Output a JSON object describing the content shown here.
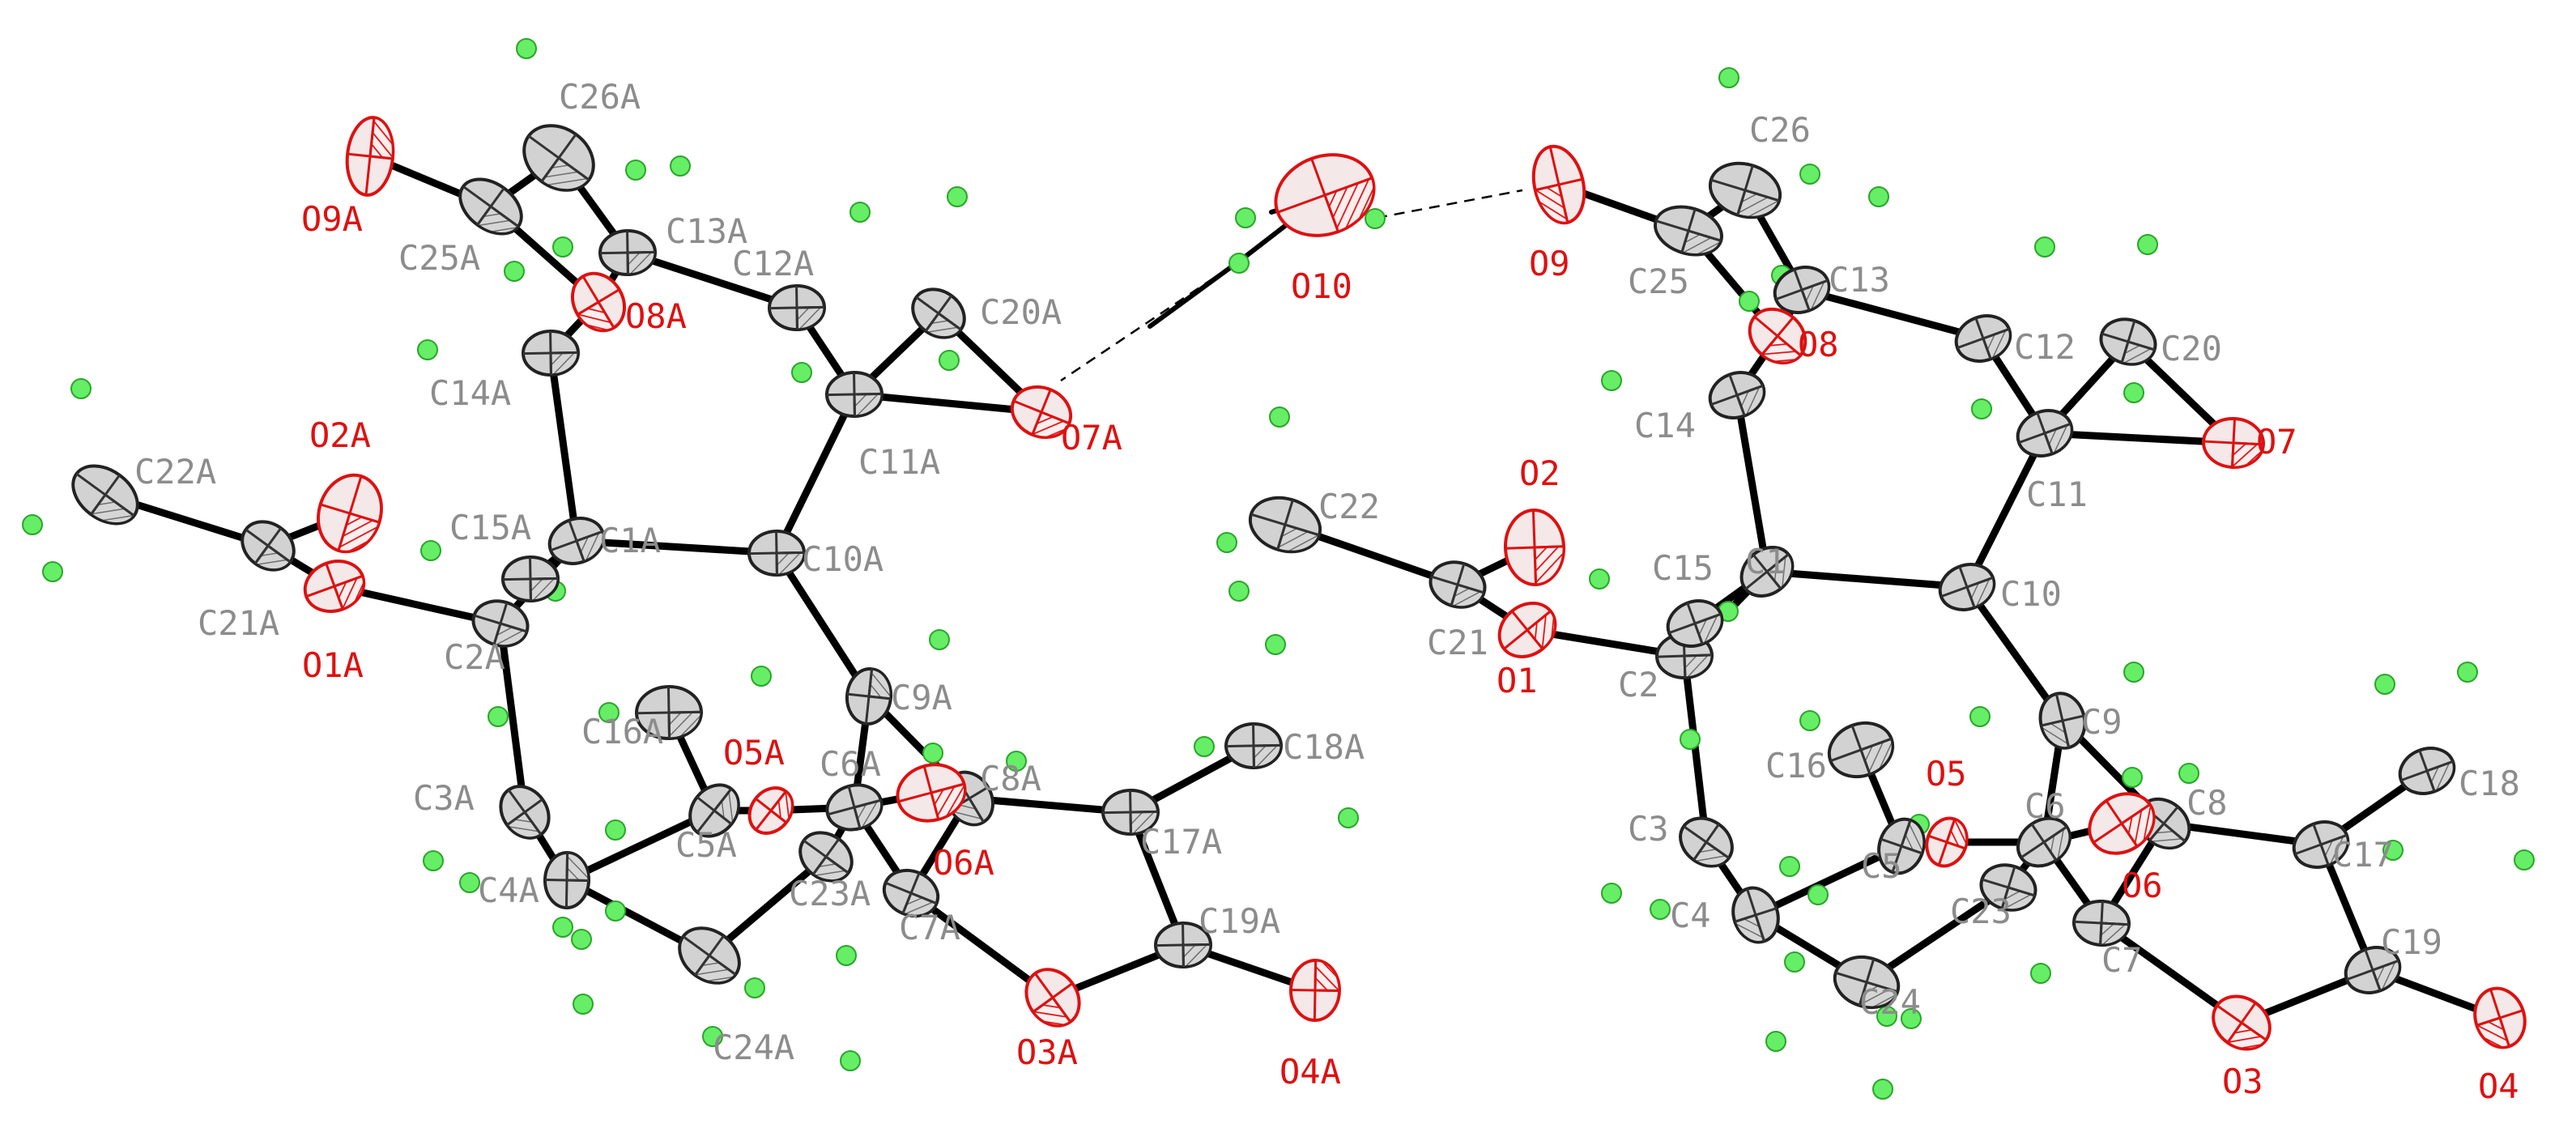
{
  "atom_colors": {
    "carbon_fill": "#d2d2d2",
    "carbon_label": "#8c8c8c",
    "oxygen_fill": "#f4e8e8",
    "oxygen_line": "#dd1111",
    "oxygen_label": "#dd1111",
    "hydrogen": "#66ee66",
    "bond": "#000000"
  },
  "atoms": [
    {
      "id": "C1A",
      "el": "C",
      "label": "C1A"
    },
    {
      "id": "C2A",
      "el": "C",
      "label": "C2A"
    },
    {
      "id": "C3A",
      "el": "C",
      "label": "C3A"
    },
    {
      "id": "C4A",
      "el": "C",
      "label": "C4A"
    },
    {
      "id": "C5A",
      "el": "C",
      "label": "C5A"
    },
    {
      "id": "C6A",
      "el": "C",
      "label": "C6A"
    },
    {
      "id": "C7A",
      "el": "C",
      "label": "C7A"
    },
    {
      "id": "C8A",
      "el": "C",
      "label": "C8A"
    },
    {
      "id": "C9A",
      "el": "C",
      "label": "C9A"
    },
    {
      "id": "C10A",
      "el": "C",
      "label": "C10A"
    },
    {
      "id": "C11A",
      "el": "C",
      "label": "C11A"
    },
    {
      "id": "C12A",
      "el": "C",
      "label": "C12A"
    },
    {
      "id": "C13A",
      "el": "C",
      "label": "C13A"
    },
    {
      "id": "C14A",
      "el": "C",
      "label": "C14A"
    },
    {
      "id": "C15A",
      "el": "C",
      "label": "C15A"
    },
    {
      "id": "C16A",
      "el": "C",
      "label": "C16A"
    },
    {
      "id": "C17A",
      "el": "C",
      "label": "C17A"
    },
    {
      "id": "C18A",
      "el": "C",
      "label": "C18A"
    },
    {
      "id": "C19A",
      "el": "C",
      "label": "C19A"
    },
    {
      "id": "C20A",
      "el": "C",
      "label": "C20A"
    },
    {
      "id": "C21A",
      "el": "C",
      "label": "C21A"
    },
    {
      "id": "C22A",
      "el": "C",
      "label": "C22A"
    },
    {
      "id": "C23A",
      "el": "C",
      "label": "C23A"
    },
    {
      "id": "C24A",
      "el": "C",
      "label": "C24A"
    },
    {
      "id": "C25A",
      "el": "C",
      "label": "C25A"
    },
    {
      "id": "C26A",
      "el": "C",
      "label": "C26A"
    },
    {
      "id": "O1A",
      "el": "O",
      "label": "O1A"
    },
    {
      "id": "O2A",
      "el": "O",
      "label": "O2A"
    },
    {
      "id": "O3A",
      "el": "O",
      "label": "O3A"
    },
    {
      "id": "O4A",
      "el": "O",
      "label": "O4A"
    },
    {
      "id": "O5A",
      "el": "O",
      "label": "O5A"
    },
    {
      "id": "O6A",
      "el": "O",
      "label": "O6A"
    },
    {
      "id": "O7A",
      "el": "O",
      "label": "O7A"
    },
    {
      "id": "O8A",
      "el": "O",
      "label": "O8A"
    },
    {
      "id": "O9A",
      "el": "O",
      "label": "O9A"
    },
    {
      "id": "O10",
      "el": "O",
      "label": "O10"
    },
    {
      "id": "C1",
      "el": "C",
      "label": "C1"
    },
    {
      "id": "C2",
      "el": "C",
      "label": "C2"
    },
    {
      "id": "C3",
      "el": "C",
      "label": "C3"
    },
    {
      "id": "C4",
      "el": "C",
      "label": "C4"
    },
    {
      "id": "C5",
      "el": "C",
      "label": "C5"
    },
    {
      "id": "C6",
      "el": "C",
      "label": "C6"
    },
    {
      "id": "C7",
      "el": "C",
      "label": "C7"
    },
    {
      "id": "C8",
      "el": "C",
      "label": "C8"
    },
    {
      "id": "C9",
      "el": "C",
      "label": "C9"
    },
    {
      "id": "C10",
      "el": "C",
      "label": "C10"
    },
    {
      "id": "C11",
      "el": "C",
      "label": "C11"
    },
    {
      "id": "C12",
      "el": "C",
      "label": "C12"
    },
    {
      "id": "C13",
      "el": "C",
      "label": "C13"
    },
    {
      "id": "C14",
      "el": "C",
      "label": "C14"
    },
    {
      "id": "C15",
      "el": "C",
      "label": "C15"
    },
    {
      "id": "C16",
      "el": "C",
      "label": "C16"
    },
    {
      "id": "C17",
      "el": "C",
      "label": "C17"
    },
    {
      "id": "C18",
      "el": "C",
      "label": "C18"
    },
    {
      "id": "C19",
      "el": "C",
      "label": "C19"
    },
    {
      "id": "C20",
      "el": "C",
      "label": "C20"
    },
    {
      "id": "C21",
      "el": "C",
      "label": "C21"
    },
    {
      "id": "C22",
      "el": "C",
      "label": "C22"
    },
    {
      "id": "C23",
      "el": "C",
      "label": "C23"
    },
    {
      "id": "C24",
      "el": "C",
      "label": "C24"
    },
    {
      "id": "C25",
      "el": "C",
      "label": "C25"
    },
    {
      "id": "C26",
      "el": "C",
      "label": "C26"
    },
    {
      "id": "O1",
      "el": "O",
      "label": "O1"
    },
    {
      "id": "O2",
      "el": "O",
      "label": "O2"
    },
    {
      "id": "O3",
      "el": "O",
      "label": "O3"
    },
    {
      "id": "O4",
      "el": "O",
      "label": "O4"
    },
    {
      "id": "O5",
      "el": "O",
      "label": "O5"
    },
    {
      "id": "O6",
      "el": "O",
      "label": "O6"
    },
    {
      "id": "O7",
      "el": "O",
      "label": "O7"
    },
    {
      "id": "O8",
      "el": "O",
      "label": "O8"
    },
    {
      "id": "O9",
      "el": "O",
      "label": "O9"
    }
  ],
  "bonds": [
    [
      "C1A",
      "C2A"
    ],
    [
      "C1A",
      "C10A"
    ],
    [
      "C1A",
      "C14A"
    ],
    [
      "C1A",
      "C15A"
    ],
    [
      "C2A",
      "O1A"
    ],
    [
      "C2A",
      "C3A"
    ],
    [
      "C3A",
      "C4A"
    ],
    [
      "C4A",
      "C5A"
    ],
    [
      "C5A",
      "O5A"
    ],
    [
      "C5A",
      "C16A"
    ],
    [
      "O5A",
      "C6A"
    ],
    [
      "C6A",
      "C7A"
    ],
    [
      "C6A",
      "C23A"
    ],
    [
      "C6A",
      "O6A"
    ],
    [
      "C7A",
      "O3A"
    ],
    [
      "C7A",
      "C8A"
    ],
    [
      "C8A",
      "C9A"
    ],
    [
      "C8A",
      "C17A"
    ],
    [
      "C9A",
      "C10A"
    ],
    [
      "C9A",
      "C6A"
    ],
    [
      "C10A",
      "C11A"
    ],
    [
      "C11A",
      "C12A"
    ],
    [
      "C11A",
      "C20A"
    ],
    [
      "C11A",
      "O7A"
    ],
    [
      "C20A",
      "O7A"
    ],
    [
      "C12A",
      "C13A"
    ],
    [
      "C13A",
      "O8A"
    ],
    [
      "C13A",
      "C26A"
    ],
    [
      "O8A",
      "C25A"
    ],
    [
      "C25A",
      "O9A"
    ],
    [
      "C25A",
      "C26A"
    ],
    [
      "C14A",
      "O8A"
    ],
    [
      "C17A",
      "C18A"
    ],
    [
      "C17A",
      "C19A"
    ],
    [
      "C19A",
      "O3A"
    ],
    [
      "C19A",
      "O4A"
    ],
    [
      "O1A",
      "C21A"
    ],
    [
      "C21A",
      "O2A"
    ],
    [
      "C21A",
      "C22A"
    ],
    [
      "C23A",
      "C24A"
    ],
    [
      "C24A",
      "C4A"
    ],
    [
      "C1",
      "C2"
    ],
    [
      "C1",
      "C10"
    ],
    [
      "C1",
      "C14"
    ],
    [
      "C1",
      "C15"
    ],
    [
      "C2",
      "O1"
    ],
    [
      "C2",
      "C3"
    ],
    [
      "C3",
      "C4"
    ],
    [
      "C4",
      "C5"
    ],
    [
      "C5",
      "O5"
    ],
    [
      "C5",
      "C16"
    ],
    [
      "O5",
      "C6"
    ],
    [
      "C6",
      "C7"
    ],
    [
      "C6",
      "C23"
    ],
    [
      "C6",
      "O6"
    ],
    [
      "C7",
      "O3"
    ],
    [
      "C7",
      "C8"
    ],
    [
      "C8",
      "C9"
    ],
    [
      "C8",
      "C17"
    ],
    [
      "C9",
      "C10"
    ],
    [
      "C9",
      "C6"
    ],
    [
      "C10",
      "C11"
    ],
    [
      "C11",
      "C12"
    ],
    [
      "C11",
      "C20"
    ],
    [
      "C11",
      "O7"
    ],
    [
      "C20",
      "O7"
    ],
    [
      "C12",
      "C13"
    ],
    [
      "C13",
      "O8"
    ],
    [
      "C13",
      "C26"
    ],
    [
      "O8",
      "C25"
    ],
    [
      "C25",
      "O9"
    ],
    [
      "C25",
      "C26"
    ],
    [
      "C14",
      "O8"
    ],
    [
      "C17",
      "C18"
    ],
    [
      "C17",
      "C19"
    ],
    [
      "C19",
      "O3"
    ],
    [
      "C19",
      "O4"
    ],
    [
      "O1",
      "C21"
    ],
    [
      "C21",
      "O2"
    ],
    [
      "C21",
      "C22"
    ],
    [
      "C23",
      "C24"
    ],
    [
      "C24",
      "C4"
    ]
  ],
  "hydrogen_bonds": [
    [
      "O10",
      "O9"
    ],
    [
      "O10",
      "O7A"
    ]
  ]
}
